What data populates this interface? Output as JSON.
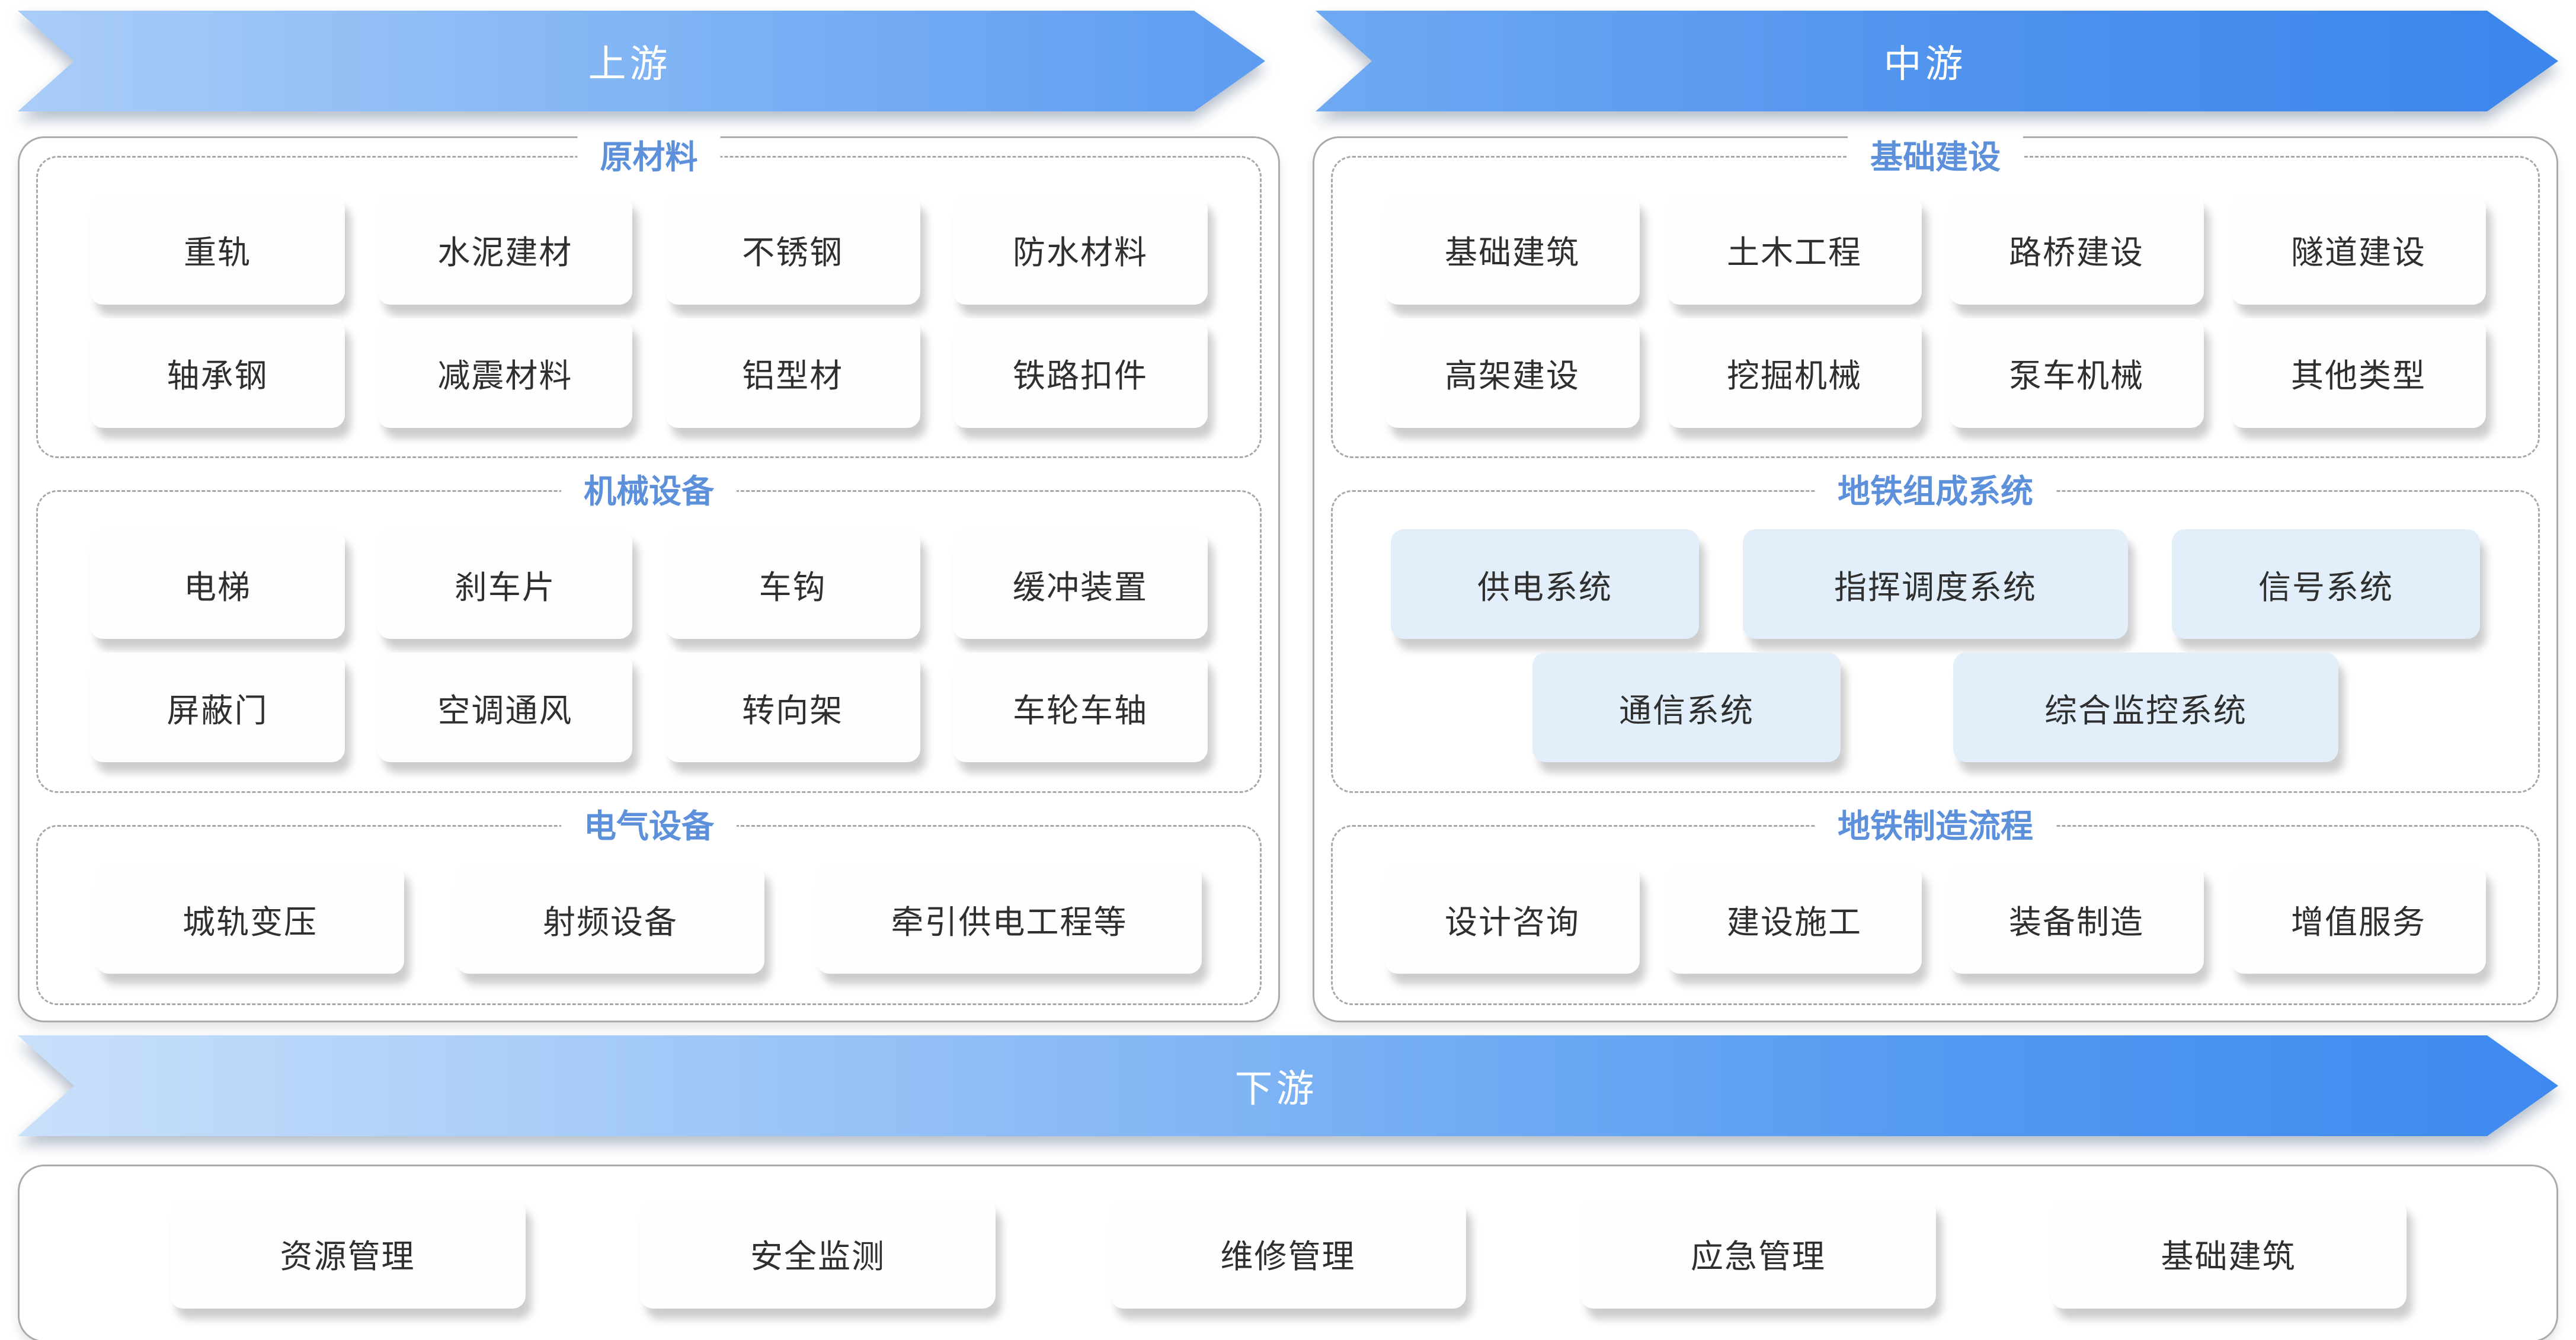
{
  "banners": {
    "upstream": "上游",
    "midstream": "中游",
    "downstream": "下游"
  },
  "upstream_panel": {
    "sections": [
      {
        "title": "原材料",
        "highlight": false,
        "rows": [
          [
            "重轨",
            "水泥建材",
            "不锈钢",
            "防水材料"
          ],
          [
            "轴承钢",
            "减震材料",
            "铝型材",
            "铁路扣件"
          ]
        ]
      },
      {
        "title": "机械设备",
        "highlight": false,
        "rows": [
          [
            "电梯",
            "刹车片",
            "车钩",
            "缓冲装置"
          ],
          [
            "屏蔽门",
            "空调通风",
            "转向架",
            "车轮车轴"
          ]
        ]
      },
      {
        "title": "电气设备",
        "highlight": false,
        "rows": [
          [
            "城轨变压",
            "射频设备",
            "牵引供电工程等"
          ]
        ]
      }
    ]
  },
  "midstream_panel": {
    "sections": [
      {
        "title": "基础建设",
        "highlight": false,
        "rows": [
          [
            "基础建筑",
            "土木工程",
            "路桥建设",
            "隧道建设"
          ],
          [
            "高架建设",
            "挖掘机械",
            "泵车机械",
            "其他类型"
          ]
        ]
      },
      {
        "title": "地铁组成系统",
        "highlight": true,
        "rows": [
          [
            "供电系统",
            "指挥调度系统",
            "信号系统"
          ],
          [
            "通信系统",
            "综合监控系统"
          ]
        ]
      },
      {
        "title": "地铁制造流程",
        "highlight": false,
        "rows": [
          [
            "设计咨询",
            "建设施工",
            "装备制造",
            "增值服务"
          ]
        ]
      }
    ]
  },
  "downstream_panel": {
    "items": [
      "资源管理",
      "安全监测",
      "维修管理",
      "应急管理",
      "基础建筑"
    ]
  },
  "colors": {
    "banner_up_gradient": [
      "#aacdf8",
      "#5e9cf1"
    ],
    "banner_mid_gradient": [
      "#6fa9f2",
      "#3b85ec"
    ],
    "banner_down_gradient": [
      "#c9e0fa",
      "#3e89f0"
    ],
    "section_title": "#5c90da",
    "chip_bg": "#fefefe",
    "chip_highlight_bg": "#e2eef9",
    "panel_border": "#ababab",
    "banner_text": "#ffffff"
  }
}
